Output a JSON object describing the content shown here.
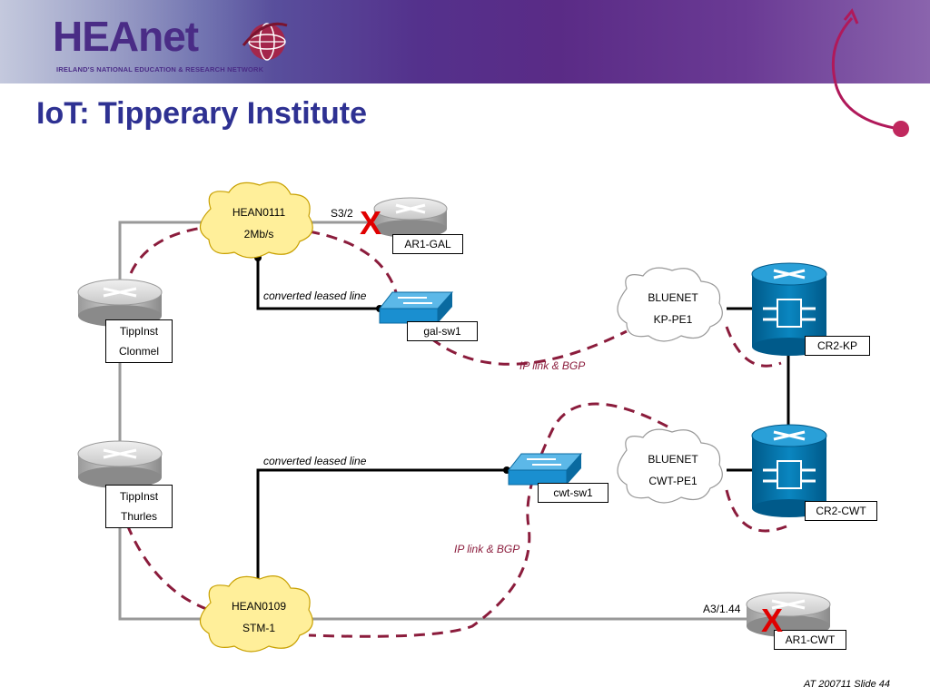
{
  "header": {
    "logo_text": "HEAnet",
    "logo_tagline": "IRELAND'S NATIONAL EDUCATION & RESEARCH NETWORK"
  },
  "slide": {
    "title": "IoT: Tipperary Institute",
    "footer": "AT 200711 Slide 44"
  },
  "clouds": {
    "hean0111": {
      "line1": "HEAN0111",
      "line2": "2Mb/s"
    },
    "hean0109": {
      "line1": "HEAN0109",
      "line2": "STM-1"
    },
    "bluenet_kp": {
      "line1": "BLUENET",
      "line2": "KP-PE1"
    },
    "bluenet_cwt": {
      "line1": "BLUENET",
      "line2": "CWT-PE1"
    }
  },
  "devices": {
    "ar1_gal": "AR1-GAL",
    "gal_sw1": "gal-sw1",
    "cwt_sw1": "cwt-sw1",
    "cr2_kp": "CR2-KP",
    "cr2_cwt": "CR2-CWT",
    "ar1_cwt": "AR1-CWT",
    "tipp_clonmel": {
      "line1": "TippInst",
      "line2": "Clonmel"
    },
    "tipp_thurles": {
      "line1": "TippInst",
      "line2": "Thurles"
    }
  },
  "annotations": {
    "s3_2": "S3/2",
    "a3_1_44": "A3/1.44",
    "converted_top": "converted leased line",
    "converted_bottom": "converted leased line",
    "ip_bgp_top": "IP link & BGP",
    "ip_bgp_bottom": "IP link & BGP",
    "x_mark": "X"
  },
  "colors": {
    "title": "#2e3192",
    "dashed_link": "#8b1c3c",
    "x_mark": "#e00000",
    "gray_link": "#999999",
    "core_router": "#0072a8",
    "switch": "#1a8fd0"
  }
}
